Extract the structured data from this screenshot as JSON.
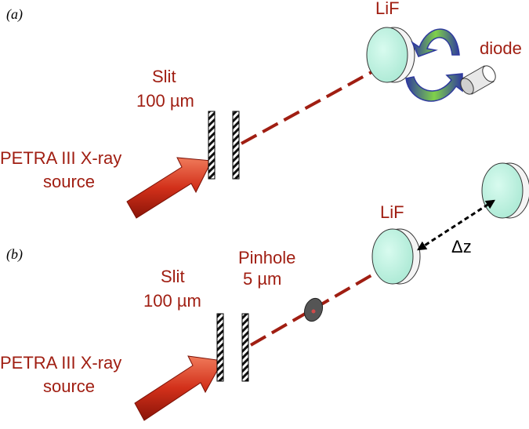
{
  "panel_a": {
    "tag": "(a)",
    "lif_label": "LiF",
    "diode_label": "diode",
    "slit_line1": "Slit",
    "slit_line2": "100 µm",
    "source_line1": "PETRA III X-ray",
    "source_line2": "source"
  },
  "panel_b": {
    "tag": "(b)",
    "lif_label": "LiF",
    "dz_label": "Δz",
    "pinhole_line1": "Pinhole",
    "pinhole_line2": "5 µm",
    "slit_line1": "Slit",
    "slit_line2": "100 µm",
    "source_line1": "PETRA III X-ray",
    "source_line2": "source"
  },
  "colors": {
    "label_red": "#a01e12",
    "beam_red": "#a01e12",
    "crystal_face": "#b9f0dc",
    "rotation_arrow_blue": "#2f3a9e",
    "rotation_arrow_green": "#7fd14a"
  }
}
